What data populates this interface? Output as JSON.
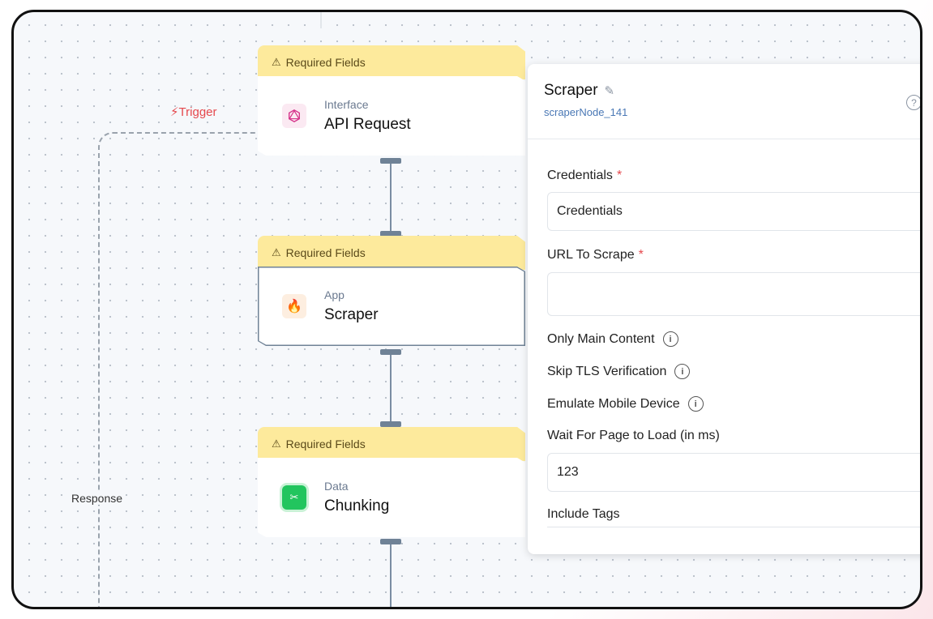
{
  "canvas": {
    "trigger_label": "Trigger",
    "response_label": "Response"
  },
  "nodes": [
    {
      "banner": "Required Fields",
      "kind": "Interface",
      "title": "API Request",
      "icon": "graphql-icon"
    },
    {
      "banner": "Required Fields",
      "kind": "App",
      "title": "Scraper",
      "icon": "flame-icon"
    },
    {
      "banner": "Required Fields",
      "kind": "Data",
      "title": "Chunking",
      "icon": "scissors-icon"
    }
  ],
  "panel": {
    "title": "Scraper",
    "node_id": "scraperNode_141",
    "fields": {
      "credentials_label": "Credentials",
      "credentials_value": "Credentials",
      "url_label": "URL To Scrape",
      "url_value": "",
      "only_main_label": "Only Main Content",
      "skip_tls_label": "Skip TLS Verification",
      "emulate_mobile_label": "Emulate Mobile Device",
      "wait_label": "Wait For Page to Load (in ms)",
      "wait_value": "123",
      "include_tags_label": "Include Tags"
    }
  },
  "colors": {
    "banner": "#fdea9c",
    "required": "#e5484d",
    "trigger": "#e5484d",
    "node_id": "#4a78b5"
  }
}
